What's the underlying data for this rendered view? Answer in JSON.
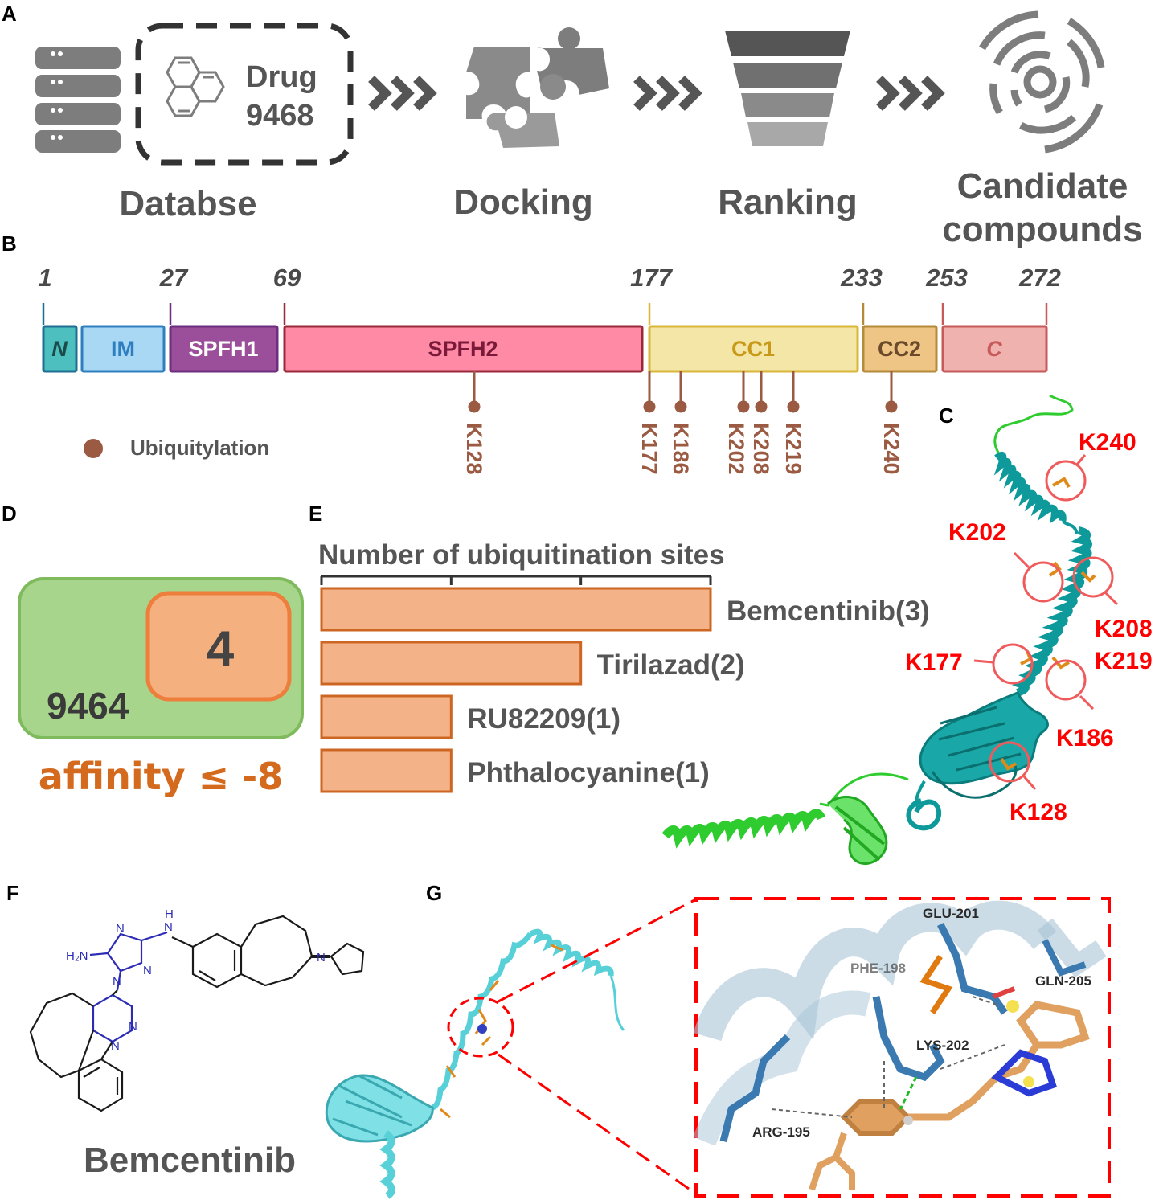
{
  "panels": {
    "a": "A",
    "b": "B",
    "c": "C",
    "d": "D",
    "e": "E",
    "f": "F",
    "g": "G"
  },
  "workflow": {
    "drug_word": "Drug",
    "drug_count": "9468",
    "steps": [
      {
        "line1": "Databse",
        "line2": ""
      },
      {
        "line1": "Docking",
        "line2": ""
      },
      {
        "line1": "Ranking",
        "line2": ""
      },
      {
        "line1": "Candidate",
        "line2": "compounds"
      }
    ],
    "colors": {
      "icon": "#7d7d7d",
      "icon_light": "#a8a8a8"
    }
  },
  "domain_map": {
    "positions": [
      "1",
      "27",
      "69",
      "177",
      "233",
      "253",
      "272"
    ],
    "domains": [
      {
        "label": "N",
        "fill": "#4dbfbf",
        "stroke": "#1f6f92",
        "text": "#1b4a4a"
      },
      {
        "label": "IM",
        "fill": "#a9d8f5",
        "stroke": "#2f7fc0",
        "text": "#2f7fc0"
      },
      {
        "label": "SPFH1",
        "fill": "#9b4f9b",
        "stroke": "#6d2f7d",
        "text": "#ffffff"
      },
      {
        "label": "SPFH2",
        "fill": "#ff8aa5",
        "stroke": "#9a2a3a",
        "text": "#7a1a3a"
      },
      {
        "label": "CC1",
        "fill": "#f4e6a6",
        "stroke": "#d9b73a",
        "text": "#c99a1a"
      },
      {
        "label": "CC2",
        "fill": "#eec584",
        "stroke": "#b58a3a",
        "text": "#6a4a2a"
      },
      {
        "label": "C",
        "fill": "#f0b2ae",
        "stroke": "#c75a5a",
        "text": "#c75a5a"
      }
    ],
    "sites": [
      "K128",
      "K177",
      "K186",
      "K202",
      "K208",
      "K219",
      "K240"
    ],
    "legend": "Ubiquitylation",
    "site_color": "#9b5a42"
  },
  "structure_labels": [
    "K240",
    "K202",
    "K208",
    "K177",
    "K219",
    "K186",
    "K128"
  ],
  "venn": {
    "subset": "4",
    "total": "9464",
    "criterion": "affinity ≤ -8",
    "colors": {
      "outer": "#a8d58c",
      "outer_stroke": "#7fba5c",
      "inner": "#f4b07e",
      "inner_stroke": "#ee7e3c"
    }
  },
  "chart_data": {
    "type": "bar",
    "orientation": "horizontal",
    "title": "Number of ubiquitination sites",
    "categories": [
      "Bemcentinib",
      "Tirilazad",
      "RU82209",
      "Phthalocyanine"
    ],
    "values": [
      3,
      2,
      1,
      1
    ],
    "bar_labels": [
      "Bemcentinib(3)",
      "Tirilazad(2)",
      "RU82209(1)",
      "Phthalocyanine(1)"
    ],
    "xlim": [
      0,
      3
    ],
    "bar_color": "#f4b288",
    "bar_stroke": "#cc6622"
  },
  "molecule": {
    "name": "Bemcentinib",
    "atoms": {
      "nh2": "H₂N",
      "n": "N",
      "h": "H"
    }
  },
  "docking_residues": [
    "GLU-201",
    "PHE-198",
    "GLN-205",
    "LYS-202",
    "ARG-195"
  ]
}
